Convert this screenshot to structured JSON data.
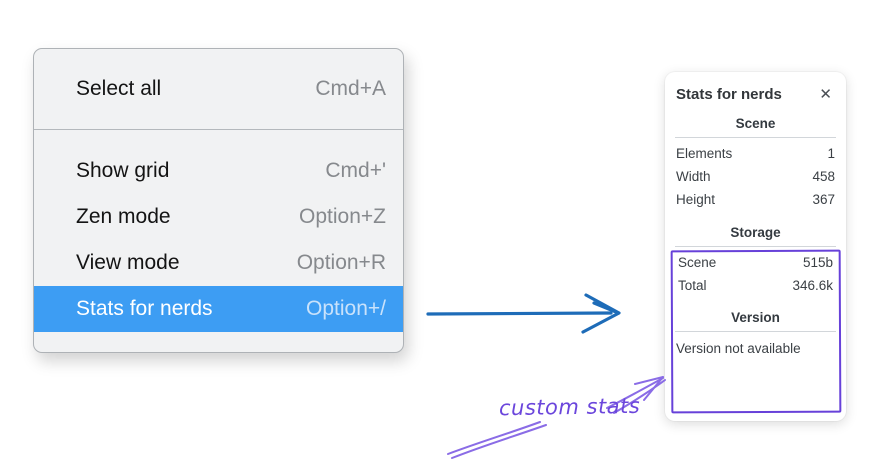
{
  "colors": {
    "highlight-blue": "#3d9df3",
    "arrow-blue": "#1e6cb8",
    "annotation-purple": "#6741d9",
    "arrow-purple": "#8a6ce6",
    "menu-bg": "#f1f2f3",
    "panel-bg": "#ffffff"
  },
  "context_menu": {
    "sections": [
      {
        "items": [
          {
            "label": "Select all",
            "shortcut": "Cmd+A"
          }
        ]
      },
      {
        "items": [
          {
            "label": "Show grid",
            "shortcut": "Cmd+'"
          },
          {
            "label": "Zen mode",
            "shortcut": "Option+Z"
          },
          {
            "label": "View mode",
            "shortcut": "Option+R"
          },
          {
            "label": "Stats for nerds",
            "shortcut": "Option+/",
            "highlighted": true
          }
        ]
      }
    ]
  },
  "stats_panel": {
    "title": "Stats for nerds",
    "close_icon": "✕",
    "scene_section": {
      "header": "Scene",
      "rows": [
        {
          "label": "Elements",
          "value": "1"
        },
        {
          "label": "Width",
          "value": "458"
        },
        {
          "label": "Height",
          "value": "367"
        }
      ]
    },
    "storage_section": {
      "header": "Storage",
      "rows": [
        {
          "label": "Scene",
          "value": "515b"
        },
        {
          "label": "Total",
          "value": "346.6k"
        }
      ]
    },
    "version_section": {
      "header": "Version",
      "note": "Version not available"
    }
  },
  "annotation": {
    "label": "custom stats"
  }
}
